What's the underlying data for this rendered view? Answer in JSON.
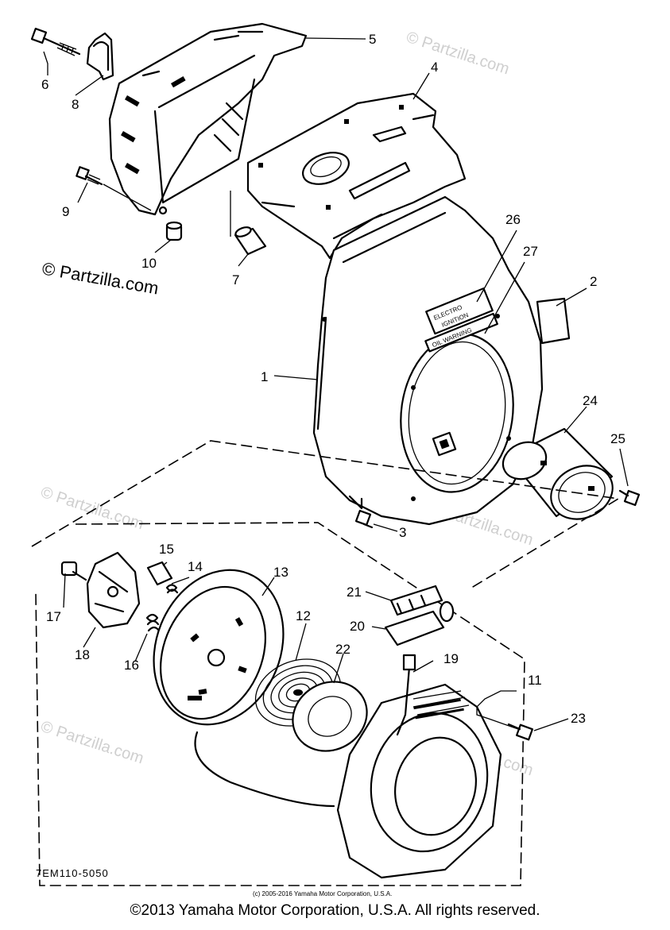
{
  "diagram": {
    "part_labels": {
      "p1": "1",
      "p2": "2",
      "p3": "3",
      "p4": "4",
      "p5": "5",
      "p6": "6",
      "p7": "7",
      "p8": "8",
      "p9": "9",
      "p10": "10",
      "p11": "11",
      "p12": "12",
      "p13": "13",
      "p14": "14",
      "p15": "15",
      "p16": "16",
      "p17": "17",
      "p18": "18",
      "p19": "19",
      "p20": "20",
      "p21": "21",
      "p22": "22",
      "p23": "23",
      "p24": "24",
      "p25": "25",
      "p26": "26",
      "p27": "27"
    },
    "decal_electro_line1": "ELECTRO",
    "decal_electro_line2": "IGNITION",
    "decal_warning": "OIL WARNING",
    "diagram_code": "7EM110-5050",
    "small_copyright": "(c) 2005-2016 Yamaha Motor Corporation, U.S.A.",
    "watermark_main": "© Partzilla.com",
    "watermark_faint": "© Partzilla.com"
  },
  "footer": {
    "copyright": "©2013 Yamaha Motor Corporation, U.S.A. All rights reserved."
  }
}
